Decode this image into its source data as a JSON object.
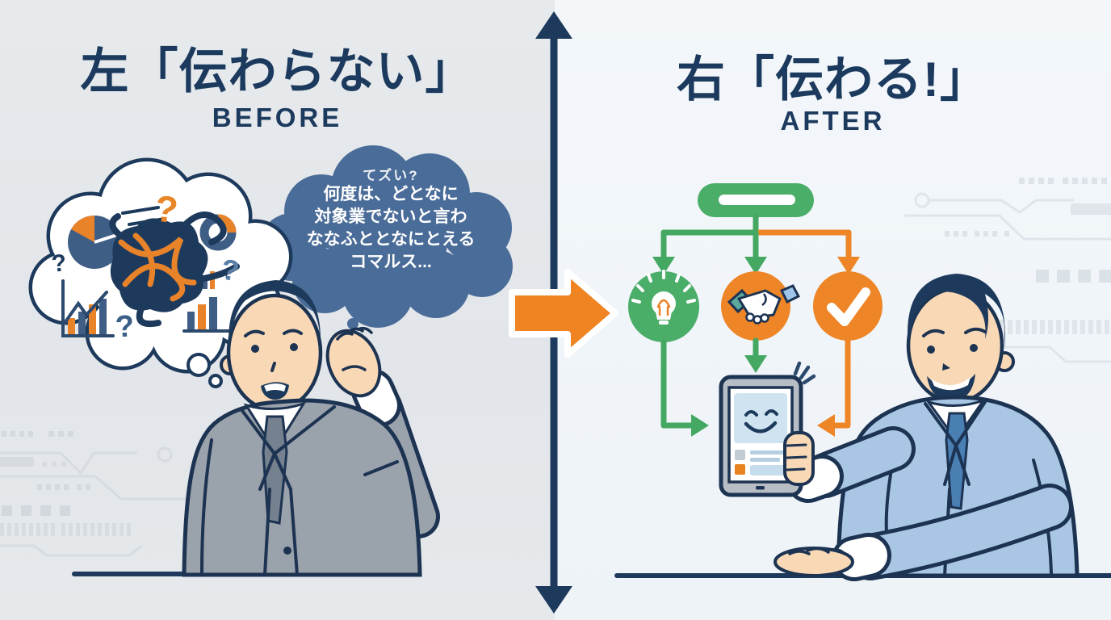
{
  "left_panel": {
    "title": "左「伝わらない」",
    "subtitle": "BEFORE"
  },
  "right_panel": {
    "title": "右「伝わる!」",
    "subtitle": "AFTER"
  },
  "speech_bubble": {
    "lines": [
      "てズい?",
      "何度は、どとなに",
      "対象業でないと言わ",
      "ななふととなにとえる",
      "コマルス..."
    ]
  },
  "thought_bubble": {
    "question_marks": [
      {
        "glyph": "?",
        "color": "#e8862a"
      },
      {
        "glyph": "?",
        "color": "#1d3a5c"
      },
      {
        "glyph": "?",
        "color": "#5b7ea6"
      },
      {
        "glyph": "?",
        "color": "#3c5f8a"
      }
    ],
    "icons": [
      "pie-chart-icon",
      "donut-chart-icon",
      "line-chart-icon",
      "bar-chart-icon",
      "tangled-scribble-icon"
    ]
  },
  "flowchart": {
    "icons": [
      "lightbulb-icon",
      "handshake-icon",
      "checkmark-icon",
      "tablet-smiley-icon"
    ]
  },
  "divider": {
    "icons": [
      "double-vertical-arrow-icon",
      "transform-right-arrow-icon"
    ]
  },
  "colors": {
    "navy": "#1d3a5c",
    "steel_blue_bubble": "#4a6c98",
    "orange": "#ee8526",
    "green": "#4aad68",
    "left_background": "#e4e7ea",
    "right_background": "#f1f5f9",
    "suit_gray": "#9aa2ac",
    "suit_blue": "#a9c7e5",
    "skin": "#f8d8b5"
  }
}
